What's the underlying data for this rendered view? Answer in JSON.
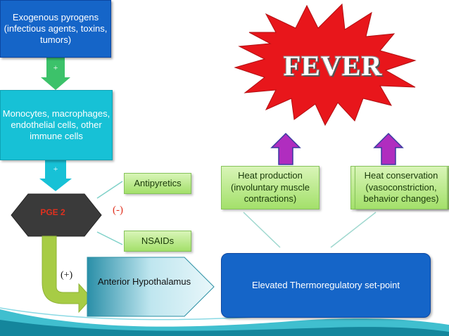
{
  "pyrogens": {
    "text": "Exogenous pyrogens (infectious agents, toxins, tumors)"
  },
  "monocytes": {
    "text": "Monocytes, macrophages, endothelial cells, other immune cells"
  },
  "plus_1": "+",
  "plus_2": "+",
  "pge2": "PGE 2",
  "antipyretics": "Antipyretics",
  "nsaids": "NSAIDs",
  "minus_sign": "(-)",
  "plus_sign": "(+)",
  "hypothalamus": "Anterior Hypothalamus",
  "thermo": "Elevated Thermoregulatory  set-point",
  "heat_production": "Heat production (involuntary muscle contractions)",
  "heat_conservation": "Heat conservation (vasoconstriction, behavior changes)",
  "fever": "FEVER",
  "colors": {
    "dark_blue": "#1565c8",
    "cyan": "#17c1d6",
    "green": "#7bc94a",
    "red_star": "#e8161b",
    "purple_arrow": "#b02dbf",
    "pge_text": "#e0301e"
  },
  "icons": [
    "down-arrow-icon",
    "up-arrow-icon",
    "curved-arrow-icon",
    "star-burst-icon"
  ]
}
